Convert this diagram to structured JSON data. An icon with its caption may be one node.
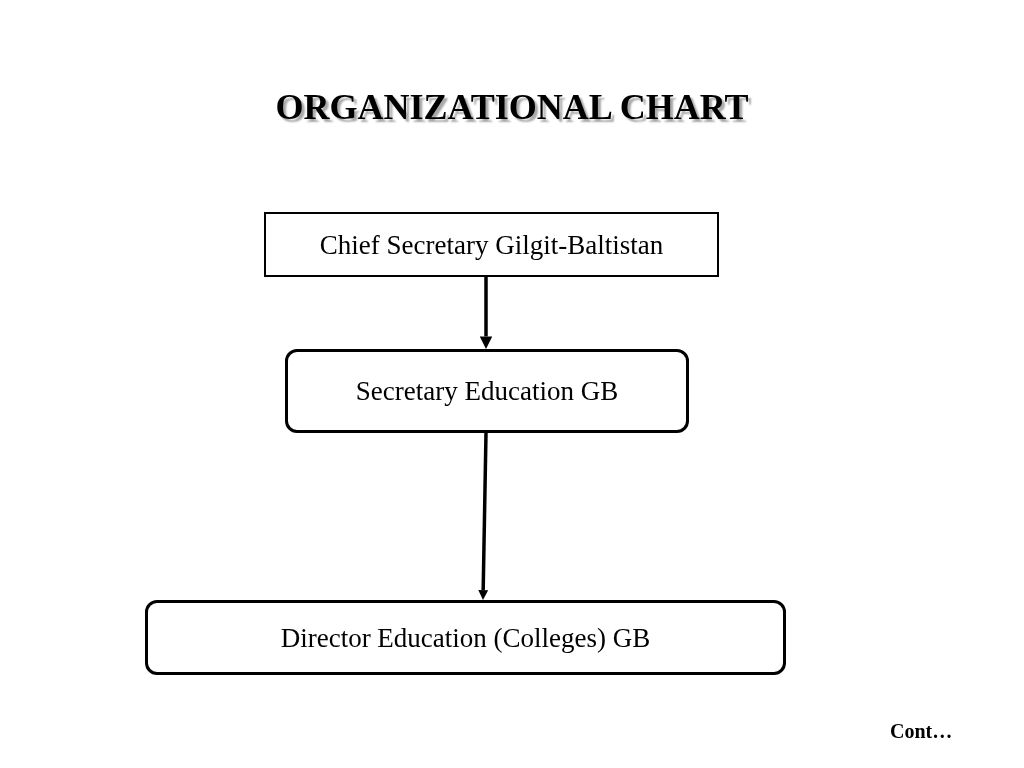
{
  "diagram": {
    "title": "ORGANIZATIONAL CHART",
    "nodes": [
      {
        "text": [
          "Chief Secretary Gilgit-Baltistan"
        ]
      },
      {
        "text": [
          "Secretary Education GB"
        ]
      },
      {
        "text": [
          "Director Education (Colleges) GB"
        ]
      }
    ],
    "edges": [
      {
        "from": 0,
        "to": 1,
        "arrow": "to"
      },
      {
        "from": 1,
        "to": 2,
        "arrow": "to"
      }
    ],
    "labels": [
      "Cont…"
    ]
  }
}
